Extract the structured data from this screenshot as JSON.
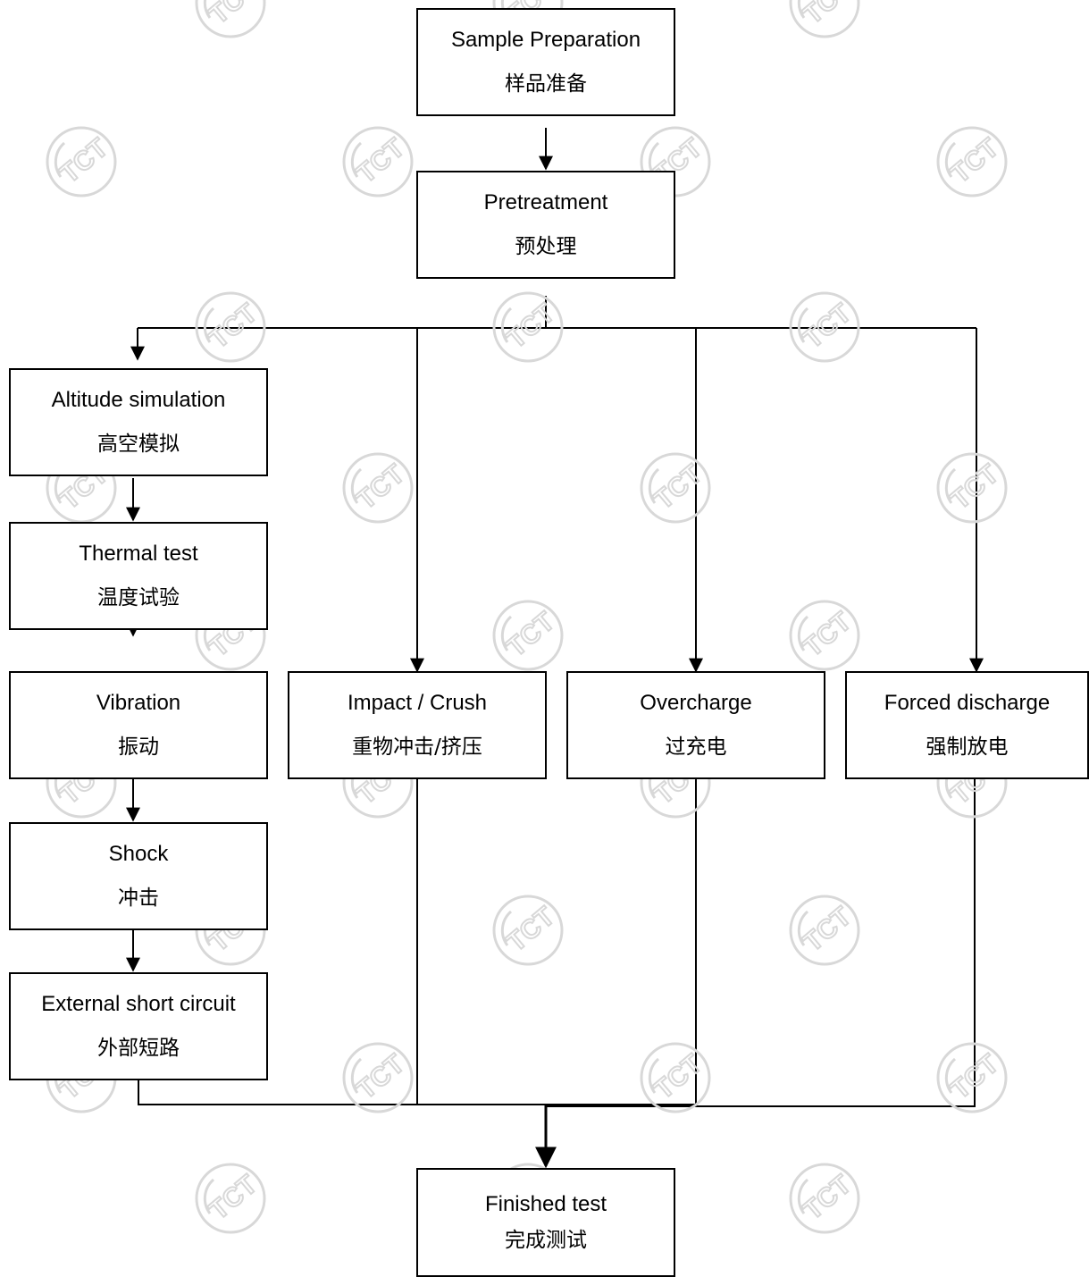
{
  "watermark": {
    "text": "TCT",
    "color": "#d8d8d8"
  },
  "boxes": [
    {
      "id": "sample-preparation",
      "en": "Sample Preparation",
      "zh": "样品准备"
    },
    {
      "id": "pretreatment",
      "en": "Pretreatment",
      "zh": "预处理"
    },
    {
      "id": "altitude-simulation",
      "en": "Altitude simulation",
      "zh": "高空模拟"
    },
    {
      "id": "thermal-test",
      "en": "Thermal test",
      "zh": "温度试验"
    },
    {
      "id": "vibration",
      "en": "Vibration",
      "zh": "振动"
    },
    {
      "id": "shock",
      "en": "Shock",
      "zh": "冲击"
    },
    {
      "id": "external-short-circuit",
      "en": "External short circuit",
      "zh": "外部短路"
    },
    {
      "id": "impact-crush",
      "en": "Impact / Crush",
      "zh": "重物冲击/挤压"
    },
    {
      "id": "overcharge",
      "en": "Overcharge",
      "zh": "过充电"
    },
    {
      "id": "forced-discharge",
      "en": "Forced discharge",
      "zh": "强制放电"
    },
    {
      "id": "finished-test",
      "en": "Finished test",
      "zh": "完成测试"
    }
  ]
}
